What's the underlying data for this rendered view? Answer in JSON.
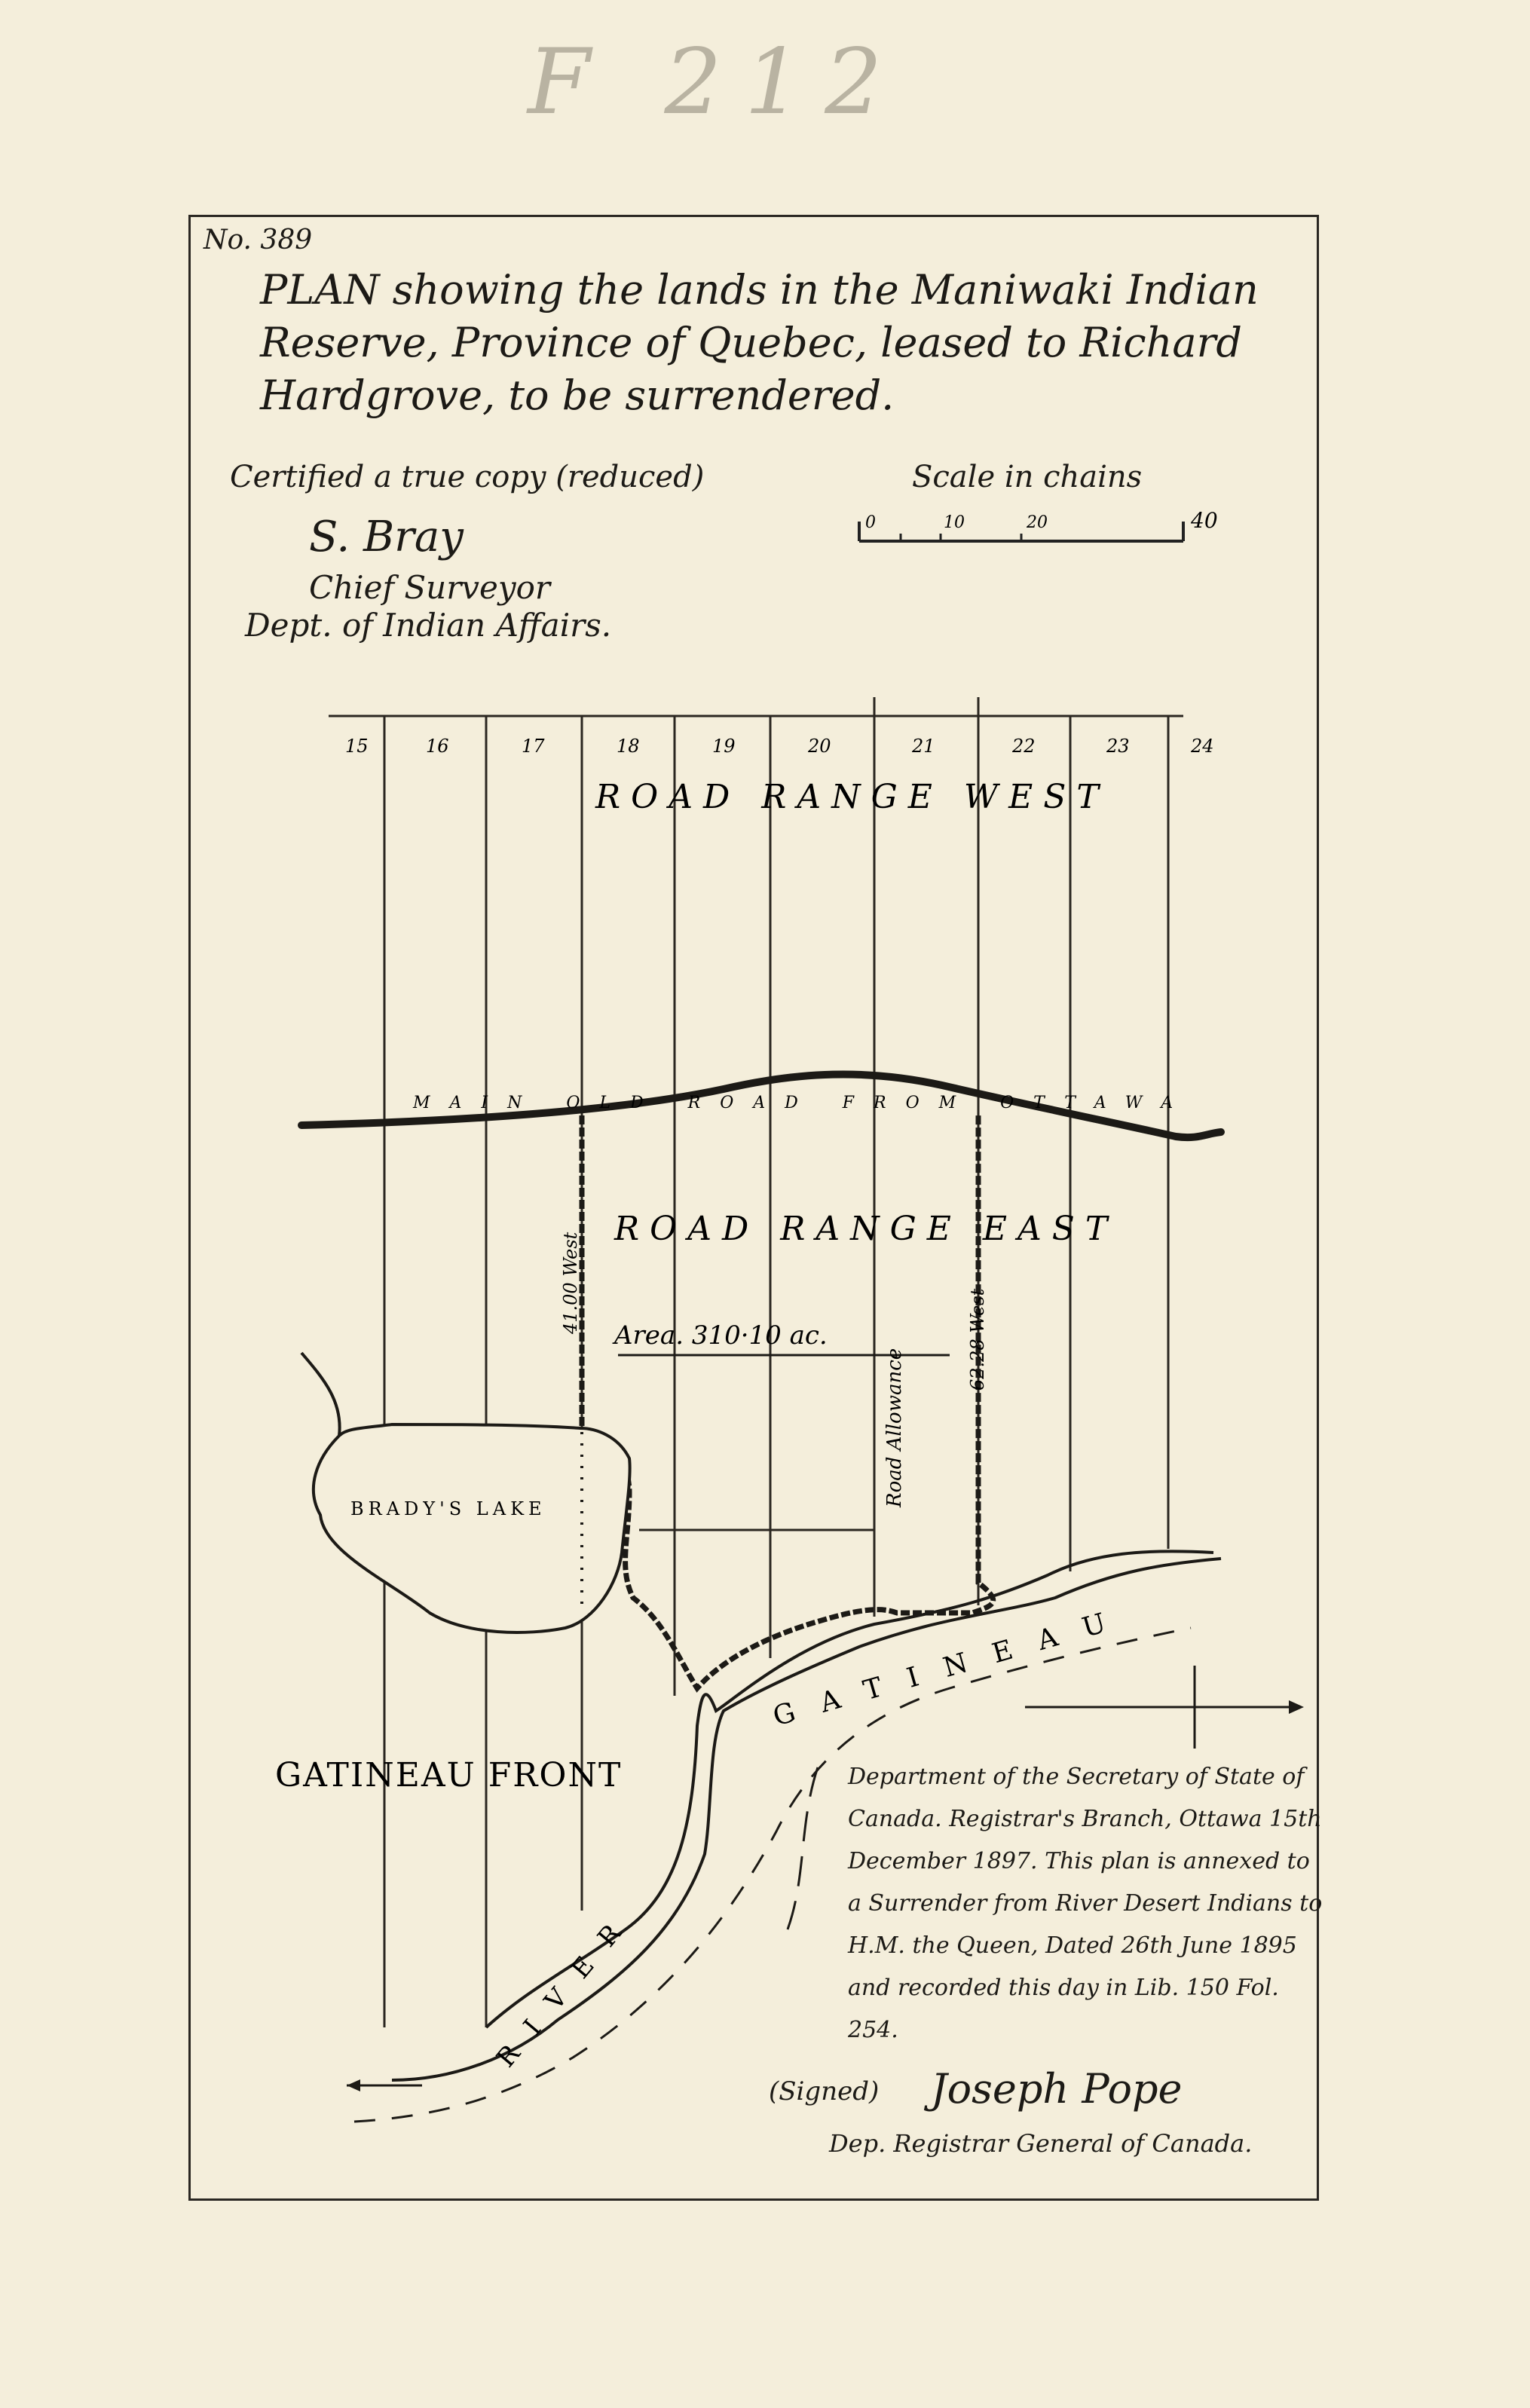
{
  "pencil_mark": "F 212",
  "plan_number": "No. 389",
  "title": "PLAN showing the lands in the Maniwaki Indian Reserve, Province of Quebec, leased to Richard Hardgrove, to be surrendered.",
  "certification": {
    "line": "Certified a true copy (reduced)",
    "signature": "S. Bray",
    "title": "Chief Surveyor",
    "department": "Dept. of Indian Affairs."
  },
  "scale": {
    "label": "Scale in chains",
    "ticks": [
      "0",
      "10",
      "20",
      "40"
    ]
  },
  "lots": [
    "15",
    "16",
    "17",
    "18",
    "19",
    "20",
    "21",
    "22",
    "23",
    "24"
  ],
  "labels": {
    "road_range_west": "ROAD RANGE WEST",
    "road_range_east": "ROAD RANGE EAST",
    "main_road": "MAIN OLD ROAD FROM OTTAWA",
    "area": "Area. 310·10 ac.",
    "brady_lake": "BRADY'S LAKE",
    "gatineau_front": "GATINEAU FRONT",
    "river_gatineau": "GATINEAU",
    "river_word": "RIVER",
    "road_allowance": "Road Allowance",
    "west_bound": "41.00 West",
    "east_bound": "62.28 West"
  },
  "registration_note": "Department of the Secretary of State of Canada. Registrar's Branch, Ottawa 15th December 1897. This plan is annexed to a Surrender from River Desert Indians to H.M. the Queen, Dated 26th June 1895 and recorded this day in Lib. 150 Fol. 254.",
  "signed": "(Signed)",
  "registrar_signature": "Joseph Pope",
  "registrar_title": "Dep. Registrar General of Canada."
}
